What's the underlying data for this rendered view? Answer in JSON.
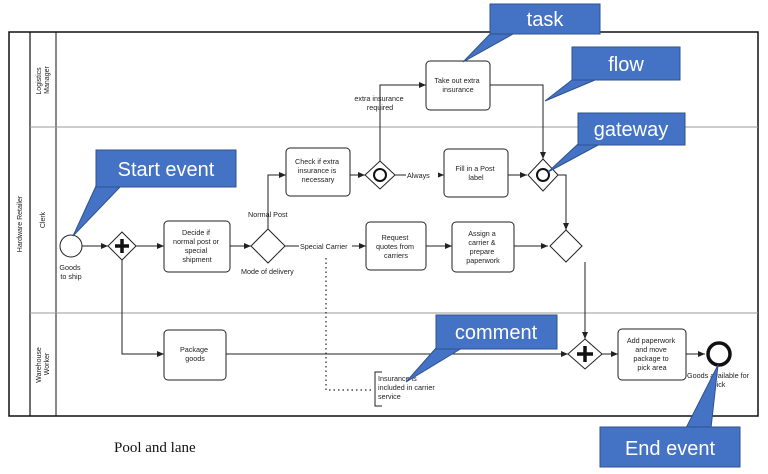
{
  "pool": {
    "title": "Hardware Retailer"
  },
  "lanes": {
    "logistics": "Logistics Manager",
    "clerk": "Clerk",
    "warehouse": "Warehouse Worker"
  },
  "events": {
    "start": "Goods to ship",
    "end": "Goods available for pick"
  },
  "tasks": {
    "decide": "Decide if normal post or special shipment",
    "check": "Check if extra insurance is necessary",
    "fill": "Fill in a Post label",
    "request": "Request quotes from carriers",
    "assign": "Assign a carrier & prepare paperwork",
    "extra": "Take out extra insurance",
    "package": "Package goods",
    "addpaper": "Add paperwork and move package to pick area"
  },
  "labels": {
    "mode": "Mode of delivery",
    "normal": "Normal Post",
    "special": "Special Carrier",
    "always": "Always",
    "extra_required": "extra insurance required"
  },
  "annotation": "Insurance is included in carrier service",
  "callouts": {
    "task": "task",
    "flow": "flow",
    "gateway": "gateway",
    "start": "Start event",
    "comment": "comment",
    "end": "End event"
  },
  "caption": "Pool and lane",
  "colors": {
    "callout_fill": "#4472c4",
    "callout_stroke": "#2f528f",
    "line": "#222222"
  }
}
